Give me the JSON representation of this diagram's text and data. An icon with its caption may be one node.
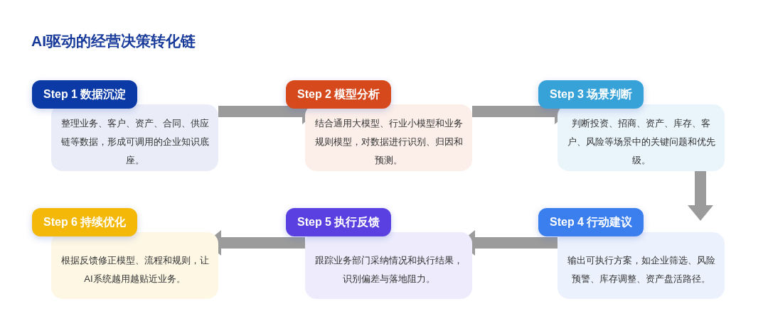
{
  "diagram": {
    "title": "AI驱动的经营决策转化链",
    "nodes": [
      {
        "text": [
          "Step 1 数据沉淀",
          "整理业务、客户、资产、合同、供应链等数据，形成可调用的企业知识底座。"
        ]
      },
      {
        "text": [
          "Step 2 模型分析",
          "结合通用大模型、行业小模型和业务规则模型，对数据进行识别、归因和预测。"
        ]
      },
      {
        "text": [
          "Step 3 场景判断",
          "判断投资、招商、资产、库存、客户、风险等场景中的关键问题和优先级。"
        ]
      },
      {
        "text": [
          "Step 4 行动建议",
          "输出可执行方案，如企业筛选、风险预警、库存调整、资产盘活路径。"
        ]
      },
      {
        "text": [
          "Step 5 执行反馈",
          "跟踪业务部门采纳情况和执行结果，识别偏差与落地阻力。"
        ]
      },
      {
        "text": [
          "Step 6 持续优化",
          "根据反馈修正模型、流程和规则，让AI系统越用越贴近业务。"
        ]
      }
    ],
    "edges": [
      {
        "from": 0,
        "to": 1,
        "arrow": "to"
      },
      {
        "from": 1,
        "to": 2,
        "arrow": "to"
      },
      {
        "from": 2,
        "to": 3,
        "arrow": "to"
      },
      {
        "from": 3,
        "to": 4,
        "arrow": "to"
      },
      {
        "from": 4,
        "to": 5,
        "arrow": "to"
      }
    ]
  }
}
